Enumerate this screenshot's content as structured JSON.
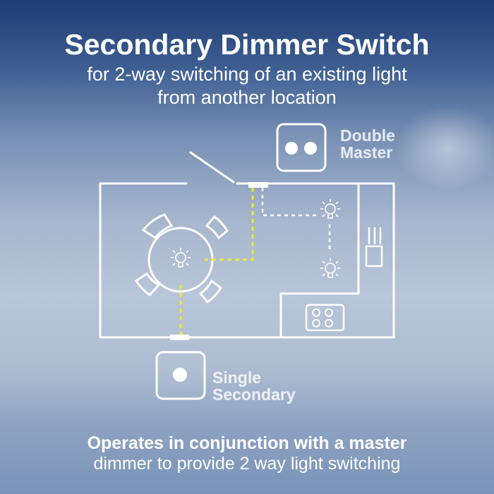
{
  "header": {
    "title": "Secondary Dimmer Switch",
    "subtitle_line1": "for 2-way switching of an existing light",
    "subtitle_line2": "from another location"
  },
  "labels": {
    "master_line1": "Double",
    "master_line2": "Master",
    "secondary_line1": "Single",
    "secondary_line2": "Secondary"
  },
  "footer": {
    "line1": "Operates in conjunction with a master",
    "line2": "dimmer to provide 2 way light switching"
  },
  "colors": {
    "wiring_to_secondary": "#f2e62e",
    "wiring_master_circuit": "#ffffff",
    "outline": "#ffffff"
  },
  "icons": {
    "double_switch": "double-switch-icon",
    "single_switch": "single-switch-icon",
    "bulb": "light-bulb-icon",
    "hob": "hob-icon"
  }
}
